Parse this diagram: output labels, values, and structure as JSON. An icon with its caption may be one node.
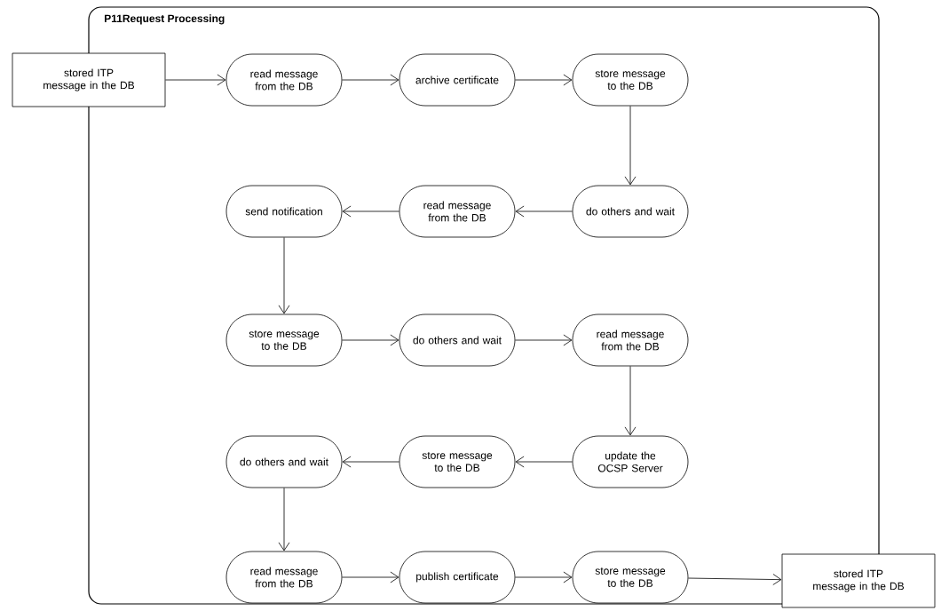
{
  "diagram": {
    "nodes": [
      {
        "text": [
          "P11Request Processing"
        ]
      },
      {
        "text": [
          "stored ITP message in the DB"
        ]
      },
      {
        "text": [
          "read message from the DB"
        ],
        "in": 0
      },
      {
        "text": [
          "archive certificate"
        ],
        "in": 0
      },
      {
        "text": [
          "store message to the DB"
        ],
        "in": 0
      },
      {
        "text": [
          "send notification"
        ],
        "in": 0
      },
      {
        "text": [
          "read message from the DB"
        ],
        "in": 0
      },
      {
        "text": [
          "do others and wait"
        ],
        "in": 0
      },
      {
        "text": [
          "store message to the DB"
        ],
        "in": 0
      },
      {
        "text": [
          "do others and wait"
        ],
        "in": 0
      },
      {
        "text": [
          "read message from the DB"
        ],
        "in": 0
      },
      {
        "text": [
          "do others and wait"
        ],
        "in": 0
      },
      {
        "text": [
          "store message to the DB"
        ],
        "in": 0
      },
      {
        "text": [
          "update the OCSP Server"
        ],
        "in": 0
      },
      {
        "text": [
          "read message from the DB"
        ],
        "in": 0
      },
      {
        "text": [
          "publish certificate"
        ],
        "in": 0
      },
      {
        "text": [
          "store message to the DB"
        ],
        "in": 0
      },
      {
        "text": [
          "stored ITP message in the DB"
        ]
      }
    ],
    "edges": [
      {
        "from": 1,
        "to": 2,
        "arrow": "to"
      },
      {
        "from": 2,
        "to": 3,
        "arrow": "to"
      },
      {
        "from": 3,
        "to": 4,
        "arrow": "to"
      },
      {
        "from": 4,
        "to": 7,
        "arrow": "to"
      },
      {
        "from": 7,
        "to": 6,
        "arrow": "to"
      },
      {
        "from": 6,
        "to": 5,
        "arrow": "to"
      },
      {
        "from": 5,
        "to": 8,
        "arrow": "to"
      },
      {
        "from": 8,
        "to": 9,
        "arrow": "to"
      },
      {
        "from": 9,
        "to": 10,
        "arrow": "to"
      },
      {
        "from": 10,
        "to": 13,
        "arrow": "to"
      },
      {
        "from": 13,
        "to": 12,
        "arrow": "to"
      },
      {
        "from": 12,
        "to": 11,
        "arrow": "to"
      },
      {
        "from": 11,
        "to": 14,
        "arrow": "to"
      },
      {
        "from": 14,
        "to": 15,
        "arrow": "to"
      },
      {
        "from": 15,
        "to": 16,
        "arrow": "to"
      },
      {
        "from": 16,
        "to": 17,
        "arrow": "to"
      }
    ]
  }
}
